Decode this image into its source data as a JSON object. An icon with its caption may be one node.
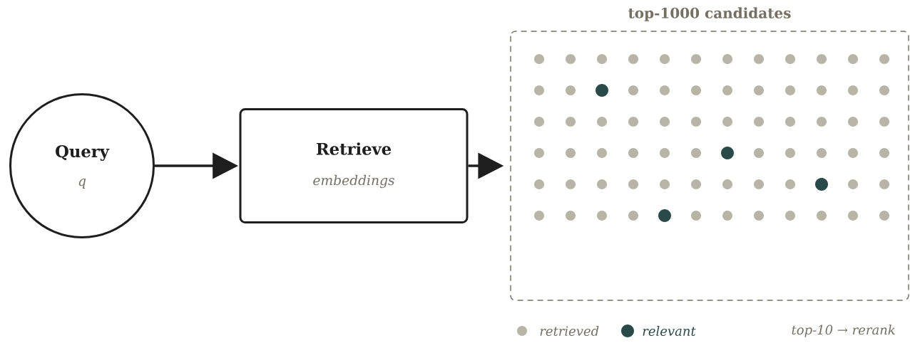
{
  "diagram": {
    "nodes": [
      {
        "text": [
          "Query",
          "q"
        ]
      },
      {
        "text": [
          "Retrieve",
          "embeddings"
        ]
      },
      {
        "text": [
          "top-1000 candidates"
        ]
      }
    ],
    "edges": [
      {
        "from": 0,
        "to": 1,
        "arrow": "to"
      },
      {
        "from": 1,
        "to": 2,
        "arrow": "to"
      }
    ],
    "labels": [
      "top-10 → rerank"
    ],
    "legend": [
      {
        "text": "retrieved",
        "color": "#b8b4a8"
      },
      {
        "text": "relevant",
        "color": "#2a4a4a"
      }
    ]
  }
}
